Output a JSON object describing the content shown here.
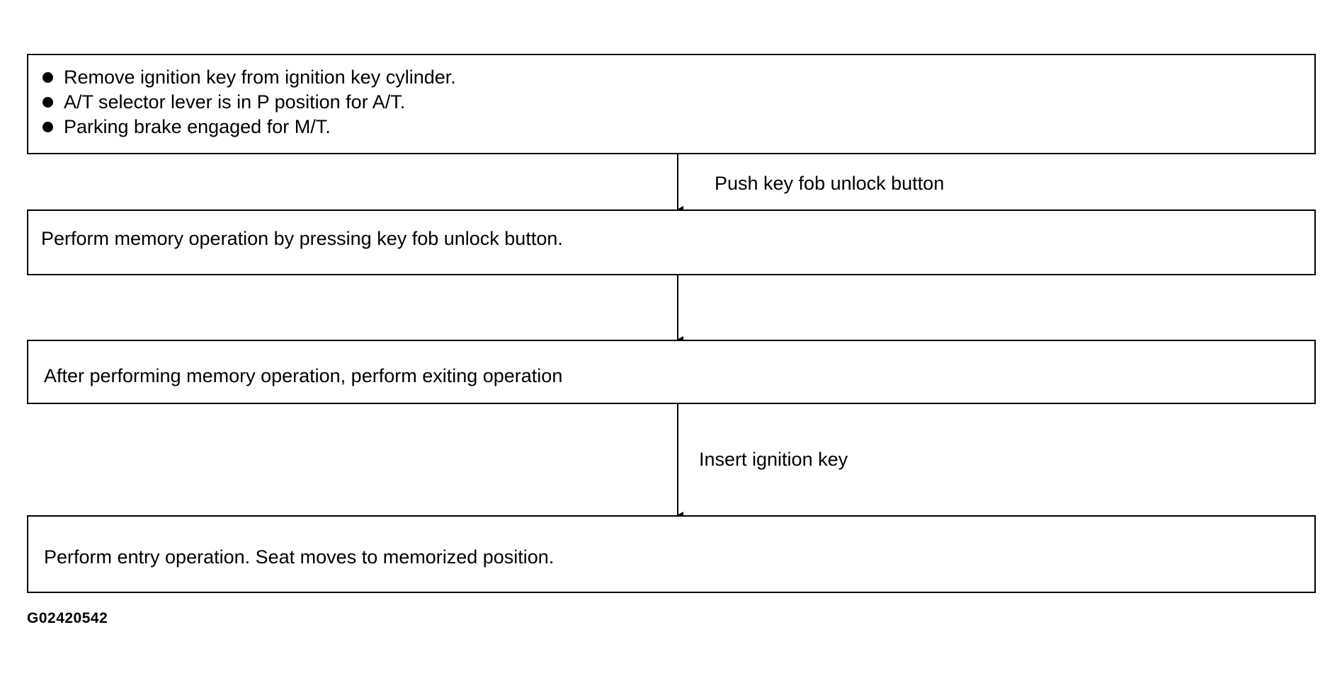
{
  "steps": {
    "start_conditions": [
      "Remove ignition key from ignition key cylinder.",
      "A/T selector lever is in P position for A/T.",
      "Parking brake engaged for M/T."
    ],
    "memory_operation": "Perform memory operation by pressing key fob unlock button.",
    "exiting_operation": "After performing memory operation, perform exiting operation",
    "entry_operation": "Perform entry operation. Seat moves to memorized position."
  },
  "transitions": {
    "to_memory": "Push key fob unlock button",
    "to_exiting": "",
    "to_entry": "Insert ignition key"
  },
  "figure_id": "G02420542"
}
